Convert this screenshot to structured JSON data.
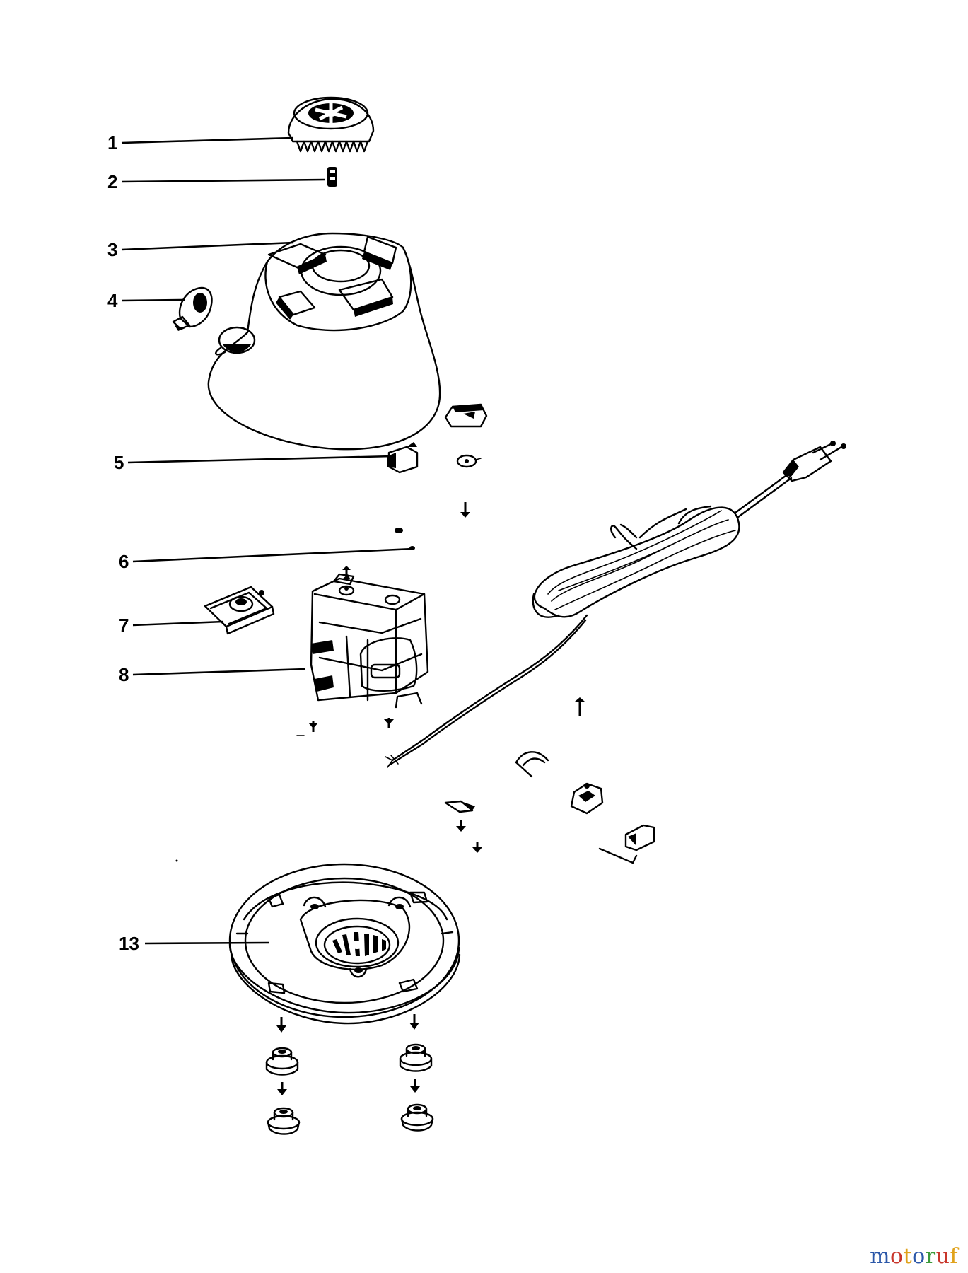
{
  "callouts": [
    {
      "id": "callout-1",
      "label": "1"
    },
    {
      "id": "callout-2",
      "label": "2"
    },
    {
      "id": "callout-3",
      "label": "3"
    },
    {
      "id": "callout-4",
      "label": "4"
    },
    {
      "id": "callout-5",
      "label": "5"
    },
    {
      "id": "callout-6",
      "label": "6"
    },
    {
      "id": "callout-7",
      "label": "7"
    },
    {
      "id": "callout-8",
      "label": "8"
    },
    {
      "id": "callout-13",
      "label": "13"
    }
  ],
  "watermark": {
    "text": "motoruf",
    "letter_colors": [
      "#2b57a8",
      "#c8362b",
      "#e0a21b",
      "#2b57a8",
      "#3b9a3b",
      "#c8362b",
      "#e0a21b"
    ]
  }
}
